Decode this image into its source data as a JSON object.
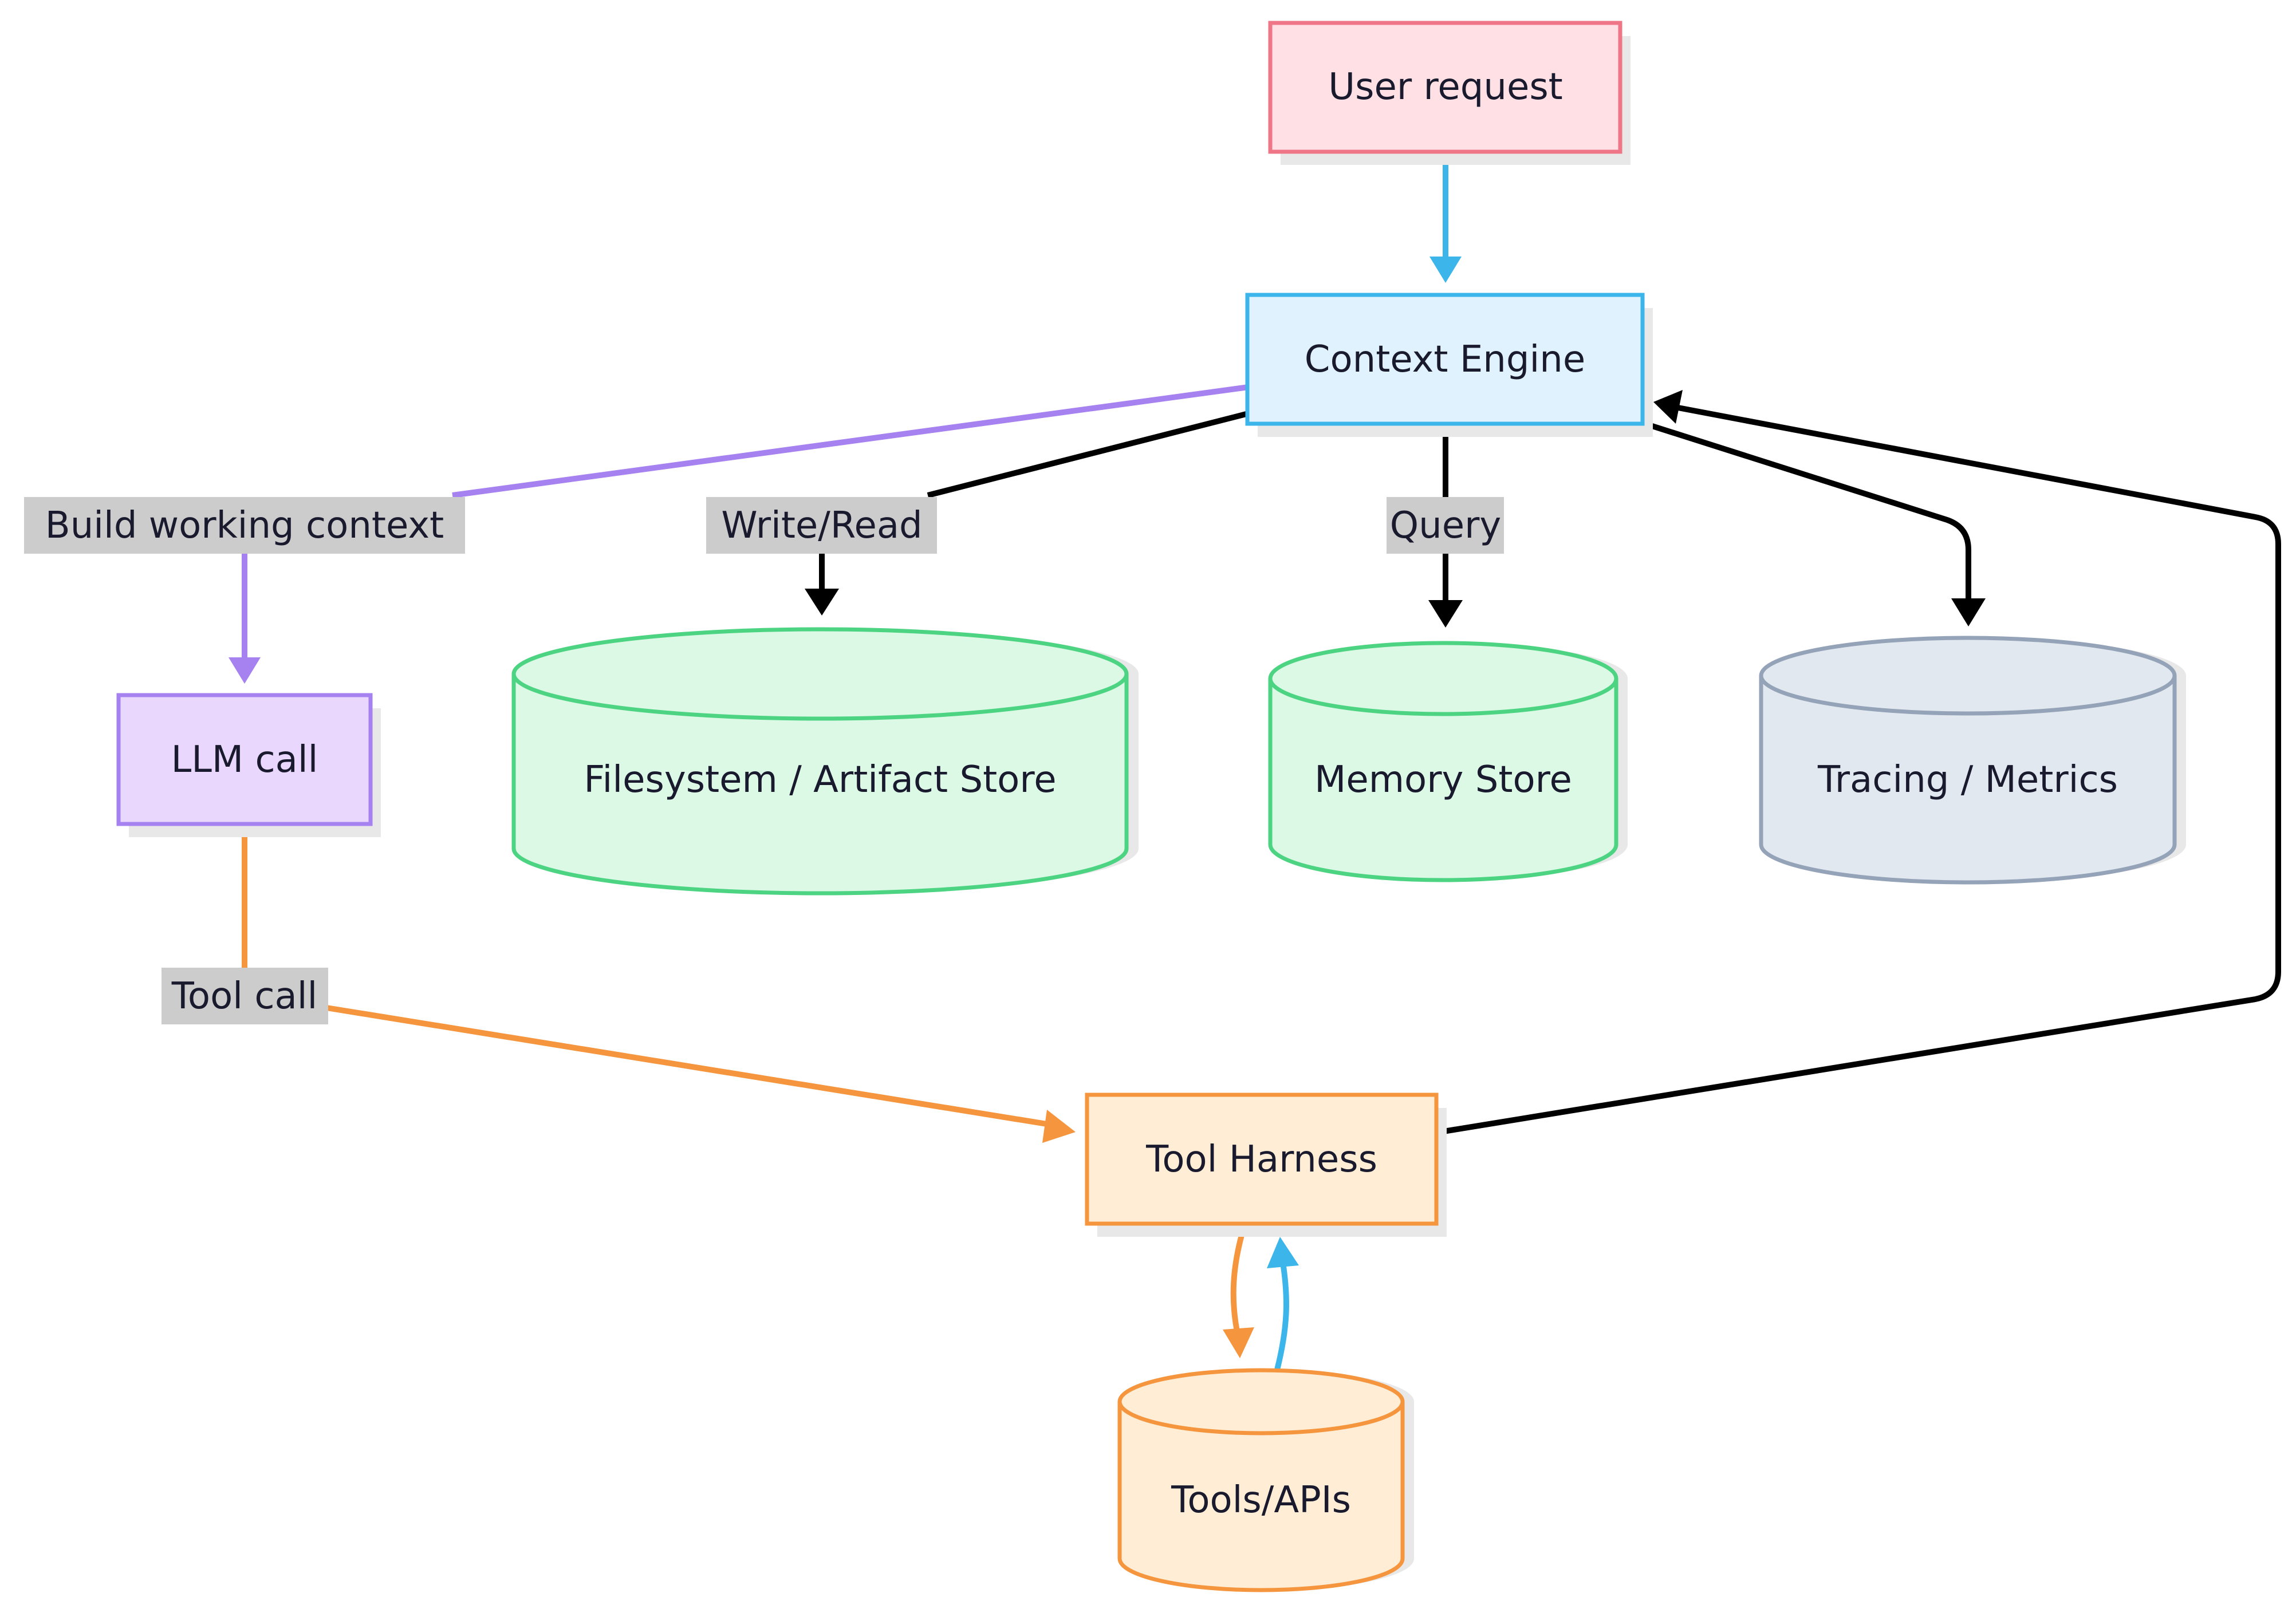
{
  "nodes": {
    "user_request": {
      "label": "User request",
      "fill": "#ffe0e5",
      "stroke": "#ee7686"
    },
    "context_engine": {
      "label": "Context Engine",
      "fill": "#e0f2fd",
      "stroke": "#3cb6ea"
    },
    "llm_call": {
      "label": "LLM call",
      "fill": "#e9d7fd",
      "stroke": "#a681f0"
    },
    "filesystem_store": {
      "label": "Filesystem / Artifact Store",
      "fill": "#dcf9e6",
      "stroke": "#4dd482"
    },
    "memory_store": {
      "label": "Memory Store",
      "fill": "#dcf9e6",
      "stroke": "#4dd482"
    },
    "tracing_metrics": {
      "label": "Tracing / Metrics",
      "fill": "#e2e8f0",
      "stroke": "#94a3b8"
    },
    "tool_harness": {
      "label": "Tool Harness",
      "fill": "#ffedd5",
      "stroke": "#f5953e"
    },
    "tools_apis": {
      "label": "Tools/APIs",
      "fill": "#ffedd5",
      "stroke": "#f5953e"
    }
  },
  "edge_labels": {
    "build_context": "Build working context",
    "write_read": "Write/Read",
    "query": "Query",
    "tool_call": "Tool call"
  },
  "colors": {
    "edge_blue": "#3cb6ea",
    "edge_purple": "#a681f0",
    "edge_orange": "#f5953e",
    "edge_black": "#000000",
    "label_bg": "#cccccc",
    "text": "#1a1a2e"
  }
}
